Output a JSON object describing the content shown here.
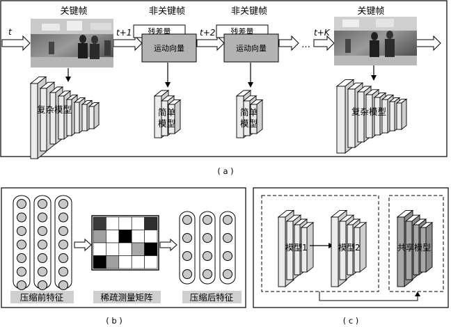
{
  "panel_a": {
    "frame_labels": [
      "关键帧",
      "非关键帧",
      "非关键帧",
      "关键帧"
    ],
    "time_labels": [
      "t",
      "t+1",
      "t+2",
      "t+K"
    ],
    "ellipsis": "…",
    "residual": "残差量",
    "motion": "运动向量",
    "complex_model": "复杂模型",
    "simple_model_line1": "简单",
    "simple_model_line2": "模型",
    "caption": "( a )"
  },
  "panel_b": {
    "before_label": "压缩前特征",
    "matrix_label": "稀疏测量矩阵",
    "after_label": "压缩后特征",
    "caption": "( b )"
  },
  "panel_c": {
    "model1": "模型1",
    "model2": "模型2",
    "shared_model": "共享模型",
    "caption": "( c )"
  }
}
